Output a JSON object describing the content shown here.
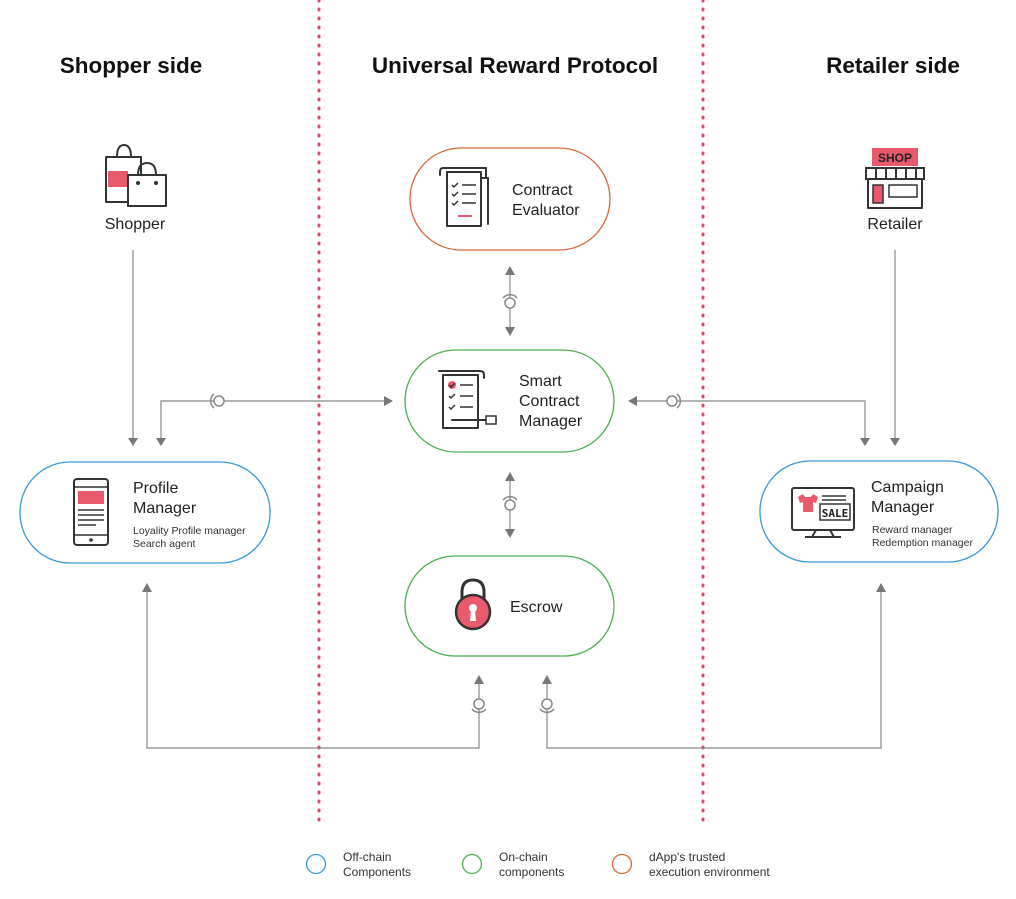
{
  "columns": {
    "shopper": "Shopper side",
    "protocol": "Universal Reward Protocol",
    "retailer": "Retailer side"
  },
  "actors": {
    "shopper": {
      "label": "Shopper",
      "icon": "shopping-bags-icon"
    },
    "retailer": {
      "label": "Retailer",
      "icon": "shop-storefront-icon",
      "sign": "SHOP"
    }
  },
  "nodes": {
    "contract_evaluator": {
      "line1": "Contract",
      "line2": "Evaluator",
      "kind": "trusted",
      "icon": "checklist-document-icon"
    },
    "smart_contract_manager": {
      "line1": "Smart",
      "line2": "Contract",
      "line3": "Manager",
      "kind": "on-chain",
      "icon": "contract-scroll-icon"
    },
    "escrow": {
      "line1": "Escrow",
      "kind": "on-chain",
      "icon": "padlock-icon"
    },
    "profile_manager": {
      "line1": "Profile",
      "line2": "Manager",
      "sub1": "Loyality Profile manager",
      "sub2": "Search agent",
      "kind": "off-chain",
      "icon": "smartphone-icon"
    },
    "campaign_manager": {
      "line1": "Campaign",
      "line2": "Manager",
      "sub1": "Reward manager",
      "sub2": "Redemption manager",
      "kind": "off-chain",
      "icon": "sale-monitor-icon",
      "sign": "SALE"
    }
  },
  "legend": [
    {
      "line1": "Off-chain",
      "line2": "Components",
      "color": "#3a9ad9"
    },
    {
      "line1": "On-chain",
      "line2": "components",
      "color": "#4caf50"
    },
    {
      "line1": "dApp's trusted",
      "line2": "execution environment",
      "color": "#d9673a"
    }
  ],
  "colors": {
    "off_chain": "#3a9ad9",
    "on_chain": "#4caf50",
    "trusted": "#d9673a",
    "accent": "#e85a6c",
    "divider": "#e8485f",
    "connector": "#888888"
  }
}
